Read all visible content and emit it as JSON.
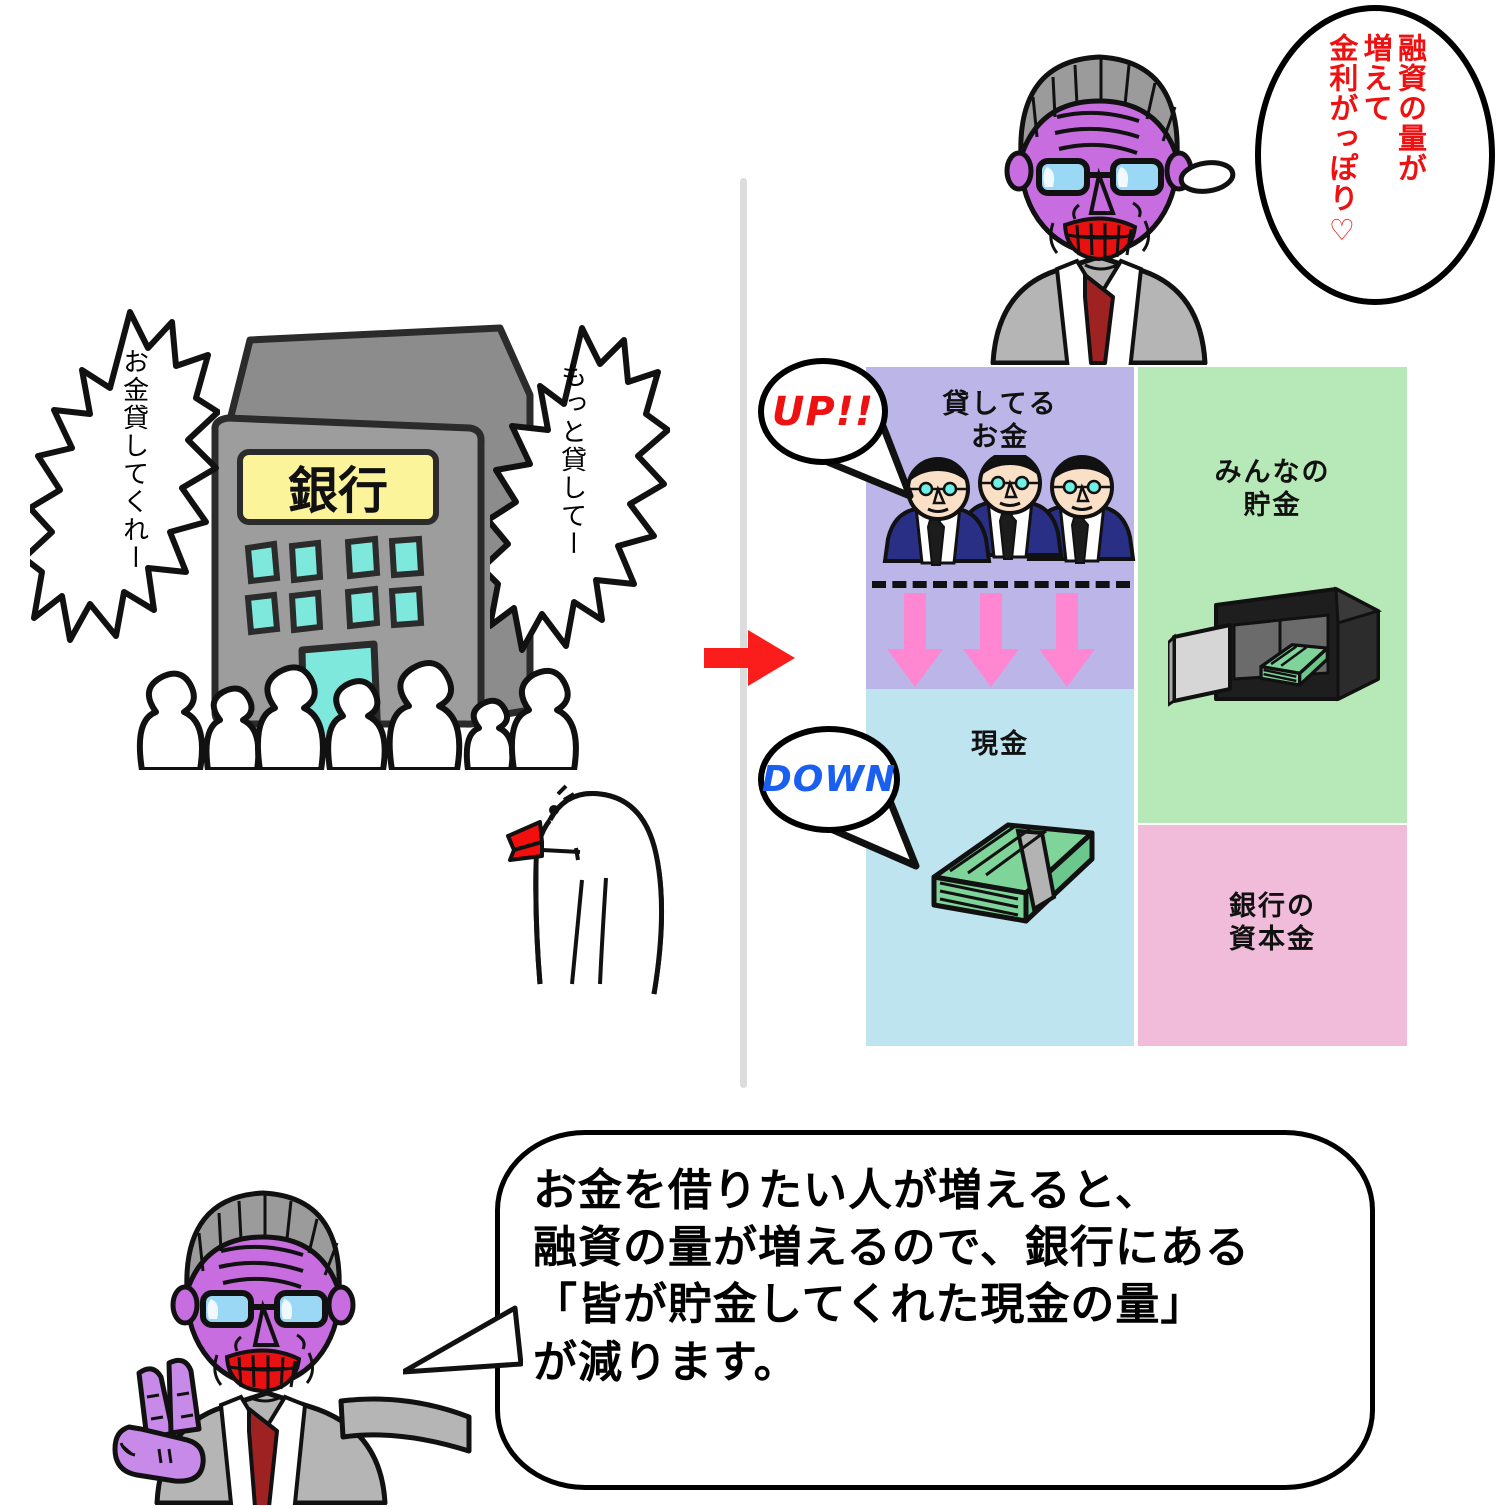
{
  "scene": {
    "left_panel": {
      "bank_sign": "銀行",
      "burst_left_text": "お金貸してくれー",
      "burst_right_text": "もっと貸してー",
      "crowd_name": "crowd-of-people",
      "bird_name": "white-bird"
    },
    "transition": {
      "arrow": "red-right-arrow",
      "divider": "vertical-divider"
    },
    "balance_sheet": {
      "blocks": [
        {
          "id": "loans",
          "label": "貸してる\nお金",
          "label_line1": "貸してる",
          "label_line2": "お金",
          "color": "#bcb5e8"
        },
        {
          "id": "cash",
          "label": "現金",
          "label_line1": "現金",
          "label_line2": "",
          "color": "#bde4ef"
        },
        {
          "id": "savings",
          "label": "みんなの\n貯金",
          "label_line1": "みんなの",
          "label_line2": "貯金",
          "color": "#b7e9b8"
        },
        {
          "id": "capital",
          "label": "銀行の\n資本金",
          "label_line1": "銀行の",
          "label_line2": "資本金",
          "color": "#f0bcd9"
        }
      ],
      "up_badge": "UP!!",
      "down_badge": "DOWN",
      "up_color": "#ee1111",
      "down_color": "#1b5ff0",
      "arrow_color": "#ff86d0",
      "arrow_count": 3,
      "businessmen_count": 3
    },
    "top_character": {
      "bubble_columns": [
        "融資の量が",
        "増えて",
        "金利がっぽり♡"
      ],
      "bubble_text": "融資の量が増えて金利がっぽり♡",
      "text_color": "#ee1111"
    },
    "bottom_character": {
      "gesture": "peace-sign",
      "bubble_lines": [
        "お金を借りたい人が増えると、",
        "融資の量が増えるので、銀行にある",
        "「皆が貯金してくれた現金の量」",
        "が減ります。"
      ],
      "bubble_text": "お金を借りたい人が増えると、融資の量が増えるので、銀行にある「皆が貯金してくれた現金の量」が減ります。"
    }
  }
}
